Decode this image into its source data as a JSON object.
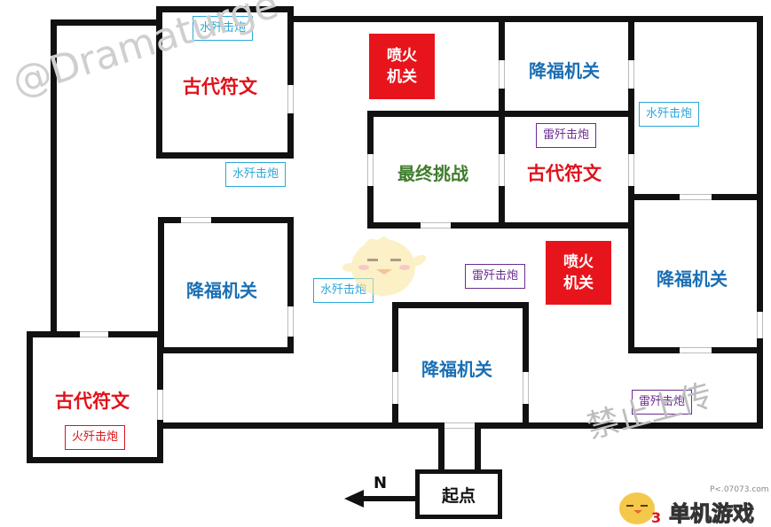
{
  "colors": {
    "wall": "#111111",
    "rune_text": "#e0121b",
    "blessing_text": "#1a6fb5",
    "final_text": "#3f7d2c",
    "fire_box": "#e8141c",
    "water_tag": "#2aa8d8",
    "thunder_tag": "#6a2c91",
    "fire_tag": "#e0121b"
  },
  "rooms": {
    "rune_top_left": "古代符文",
    "rune_center": "古代符文",
    "rune_bottom_left": "古代符文",
    "blessing_top": "降福机关",
    "blessing_left": "降福机关",
    "blessing_right": "降福机关",
    "blessing_bottom": "降福机关",
    "final_battle": "最终挑战",
    "start": "起点"
  },
  "fire_traps": {
    "top_line1": "喷火",
    "top_line2": "机关",
    "right_line1": "喷火",
    "right_line2": "机关"
  },
  "tags": {
    "water_1": "水歼击炮",
    "water_2": "水歼击炮",
    "water_3": "水歼击炮",
    "water_4": "水歼击炮",
    "thunder_1": "雷歼击炮",
    "thunder_2": "雷歼击炮",
    "thunder_3": "雷歼击炮",
    "fire_1": "火歼击炮"
  },
  "compass": {
    "north": "N",
    "arrow_icon": "left-arrow-icon"
  },
  "watermarks": {
    "author": "@Dramaturge",
    "no_repost": "禁止上传",
    "site_url": "P<.07073.com",
    "site_logo": "单机游戏"
  },
  "icons": {
    "mascot": "chick-mascot-icon"
  }
}
